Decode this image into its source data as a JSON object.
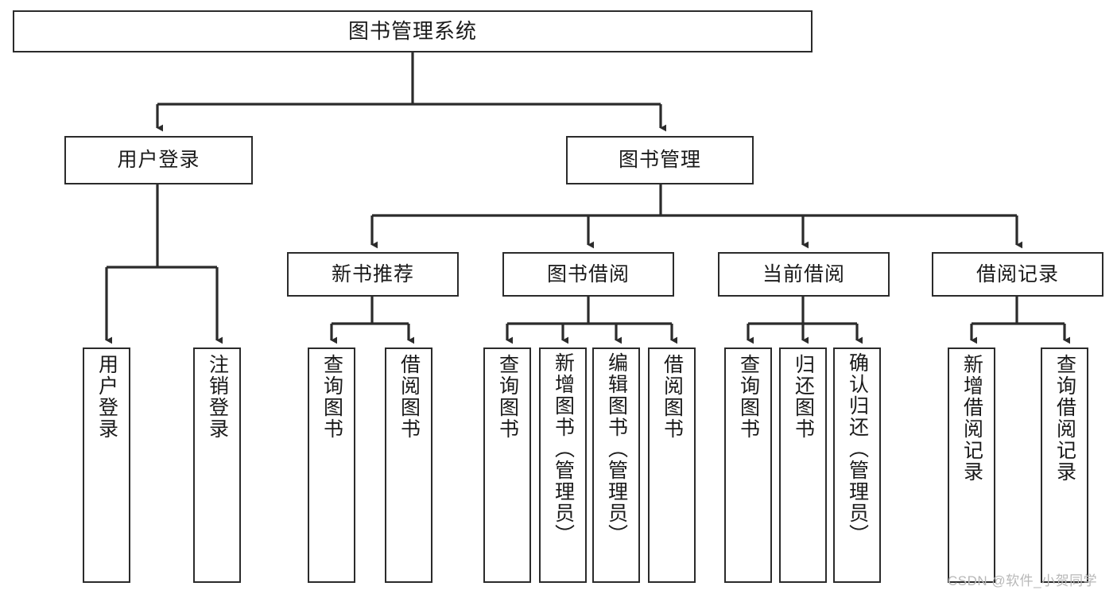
{
  "diagram": {
    "title": "图书管理系统",
    "type": "tree-hierarchy",
    "stroke_color": "#2b2b2b",
    "fill_color": "#ffffff",
    "text_color": "#1a1a1a",
    "root": {
      "label": "图书管理系统"
    },
    "level1": [
      {
        "label": "用户登录"
      },
      {
        "label": "图书管理"
      }
    ],
    "level2": [
      {
        "label": "新书推荐"
      },
      {
        "label": "图书借阅"
      },
      {
        "label": "当前借阅"
      },
      {
        "label": "借阅记录"
      }
    ],
    "leaves": {
      "user_login": [
        {
          "label": "用户登录"
        },
        {
          "label": "注销登录"
        }
      ],
      "new_book_recommend": [
        {
          "label": "查询图书"
        },
        {
          "label": "借阅图书"
        }
      ],
      "book_borrow": [
        {
          "label": "查询图书"
        },
        {
          "label": "新增图书（管理员）"
        },
        {
          "label": "编辑图书（管理员）"
        },
        {
          "label": "借阅图书"
        }
      ],
      "current_borrow": [
        {
          "label": "查询图书"
        },
        {
          "label": "归还图书"
        },
        {
          "label": "确认归还（管理员）"
        }
      ],
      "borrow_record": [
        {
          "label": "新增借阅记录"
        },
        {
          "label": "查询借阅记录"
        }
      ]
    }
  },
  "watermark": {
    "text": "CSDN @软件_小贺同学"
  }
}
